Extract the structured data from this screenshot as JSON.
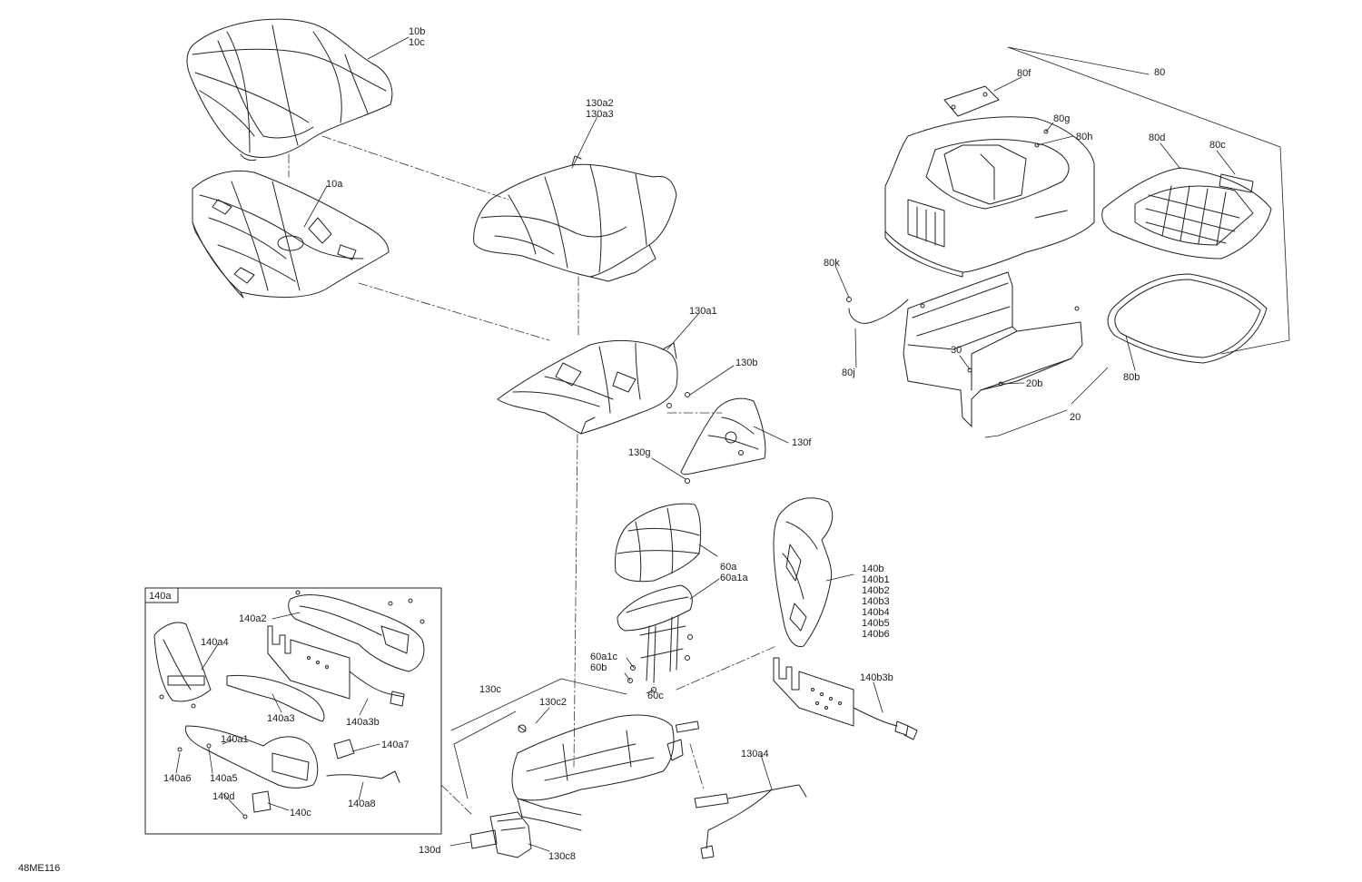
{
  "figure_ref": "48ME116",
  "callouts": {
    "c10b": [
      "10b",
      "10c"
    ],
    "c10a": [
      "10a"
    ],
    "c130a2": [
      "130a2",
      "130a3"
    ],
    "c130a1": [
      "130a1"
    ],
    "c130b": [
      "130b"
    ],
    "c130f": [
      "130f"
    ],
    "c130g": [
      "130g"
    ],
    "c60a": [
      "60a",
      "60a1a"
    ],
    "c60a1c": [
      "60a1c",
      "60b"
    ],
    "c60c": [
      "60c"
    ],
    "c140b": [
      "140b",
      "140b1",
      "140b2",
      "140b3",
      "140b4",
      "140b5",
      "140b6"
    ],
    "c140b3b": [
      "140b3b"
    ],
    "c130c": [
      "130c"
    ],
    "c130c2": [
      "130c2"
    ],
    "c130a4": [
      "130a4"
    ],
    "c130d": [
      "130d"
    ],
    "c130c8": [
      "130c8"
    ],
    "c80": [
      "80"
    ],
    "c80f": [
      "80f"
    ],
    "c80g": [
      "80g"
    ],
    "c80h": [
      "80h"
    ],
    "c80d": [
      "80d"
    ],
    "c80c": [
      "80c"
    ],
    "c80k": [
      "80k"
    ],
    "c80j": [
      "80j"
    ],
    "c30": [
      "30"
    ],
    "c20b": [
      "20b"
    ],
    "c20": [
      "20"
    ],
    "c80b": [
      "80b"
    ]
  },
  "inset": {
    "title": "140a",
    "callouts": {
      "c140a2": [
        "140a2"
      ],
      "c140a4": [
        "140a4"
      ],
      "c140a3": [
        "140a3"
      ],
      "c140a3b": [
        "140a3b"
      ],
      "c140a1": [
        "140a1"
      ],
      "c140a7": [
        "140a7"
      ],
      "c140a6": [
        "140a6"
      ],
      "c140a5": [
        "140a5"
      ],
      "c140d": [
        "140d"
      ],
      "c140c": [
        "140c"
      ],
      "c140a8": [
        "140a8"
      ]
    }
  },
  "colors": {
    "line": "#222222",
    "dash": "#333333",
    "background": "#ffffff"
  }
}
